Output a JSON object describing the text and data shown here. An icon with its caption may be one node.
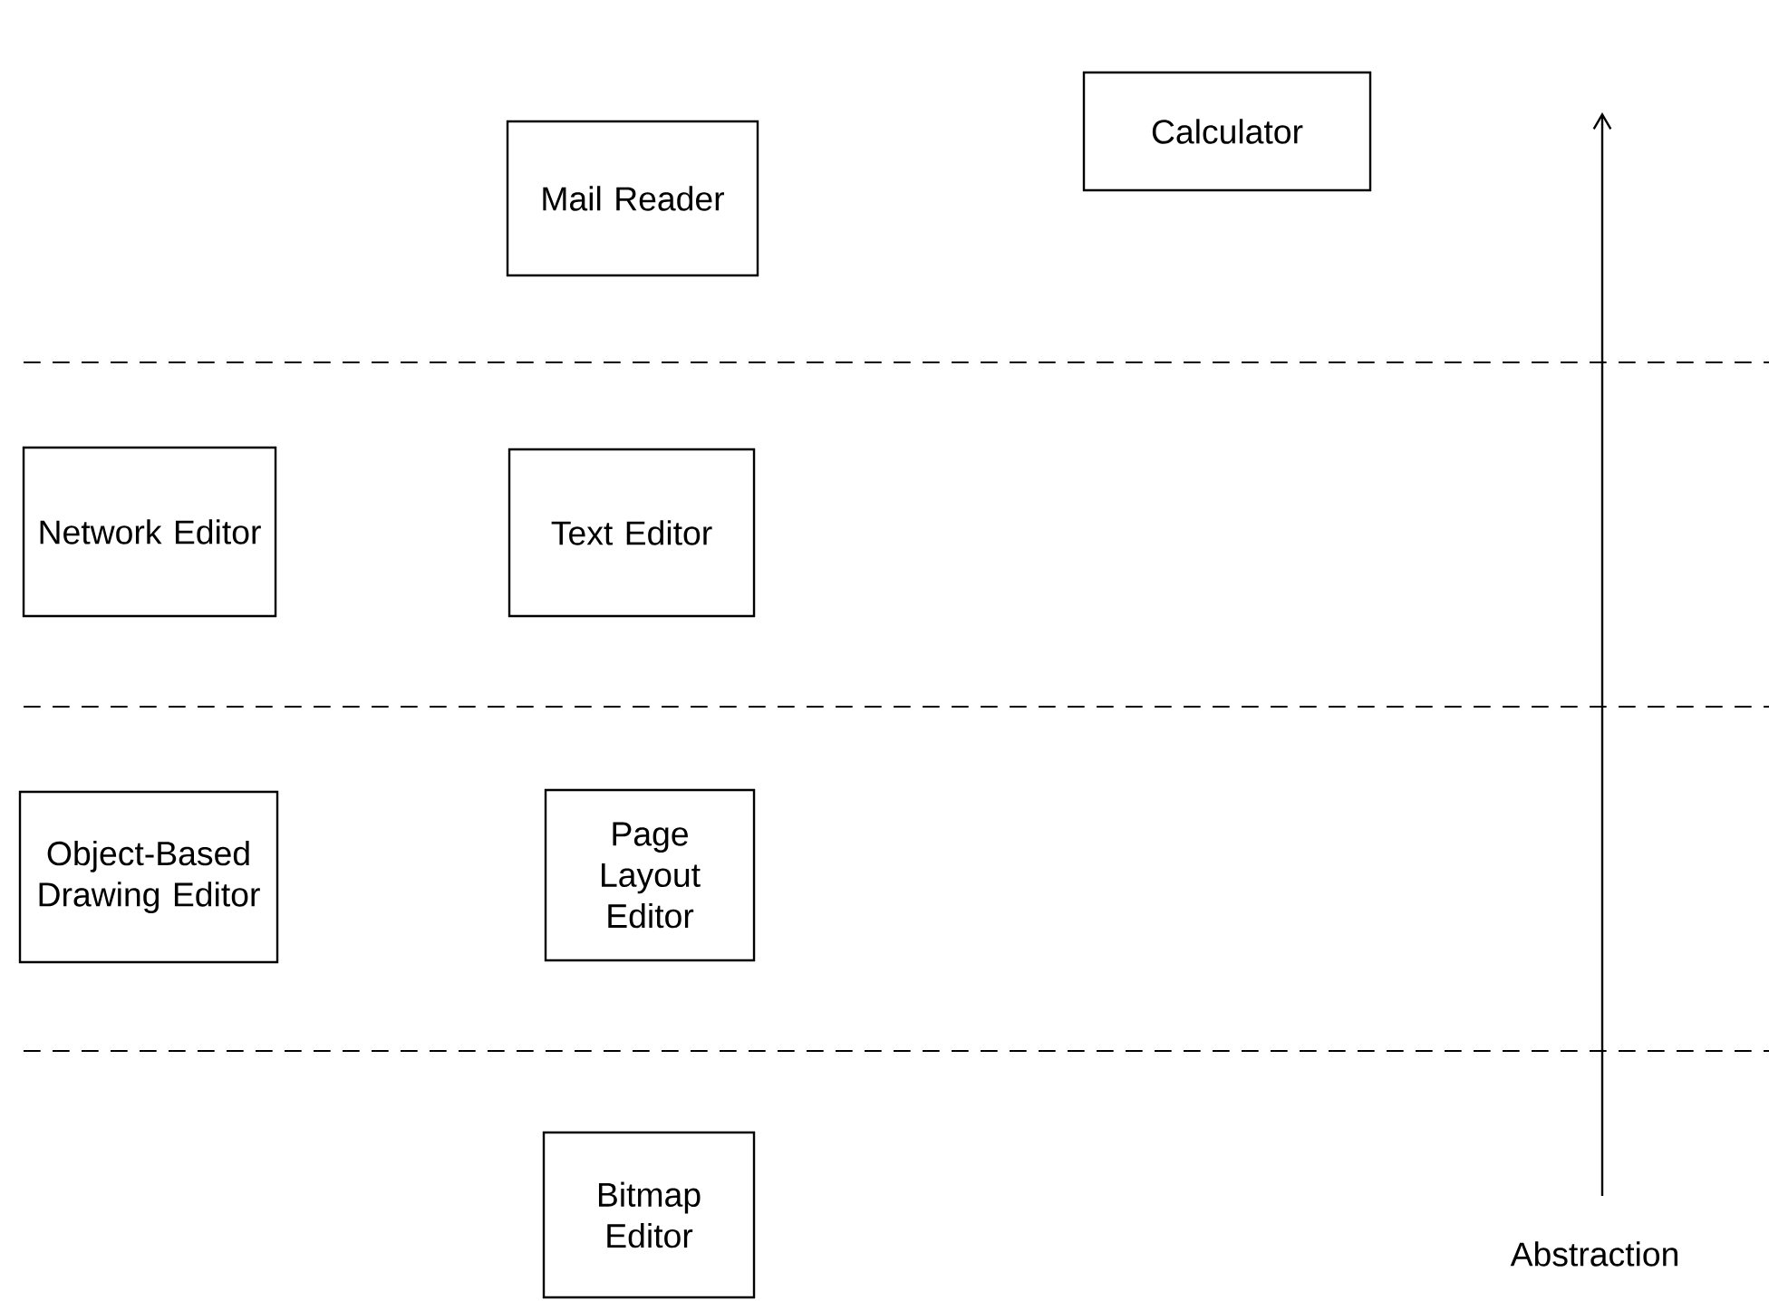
{
  "diagram": {
    "nodes": [
      {
        "text": [
          "Mail Reader"
        ]
      },
      {
        "text": [
          "Calculator"
        ]
      },
      {
        "text": [
          "Network Editor"
        ]
      },
      {
        "text": [
          "Text Editor"
        ]
      },
      {
        "text": [
          "Object-Based Drawing Editor"
        ]
      },
      {
        "text": [
          "Page Layout Editor"
        ]
      },
      {
        "text": [
          "Bitmap Editor"
        ]
      }
    ],
    "labels": [
      "Abstraction"
    ]
  }
}
